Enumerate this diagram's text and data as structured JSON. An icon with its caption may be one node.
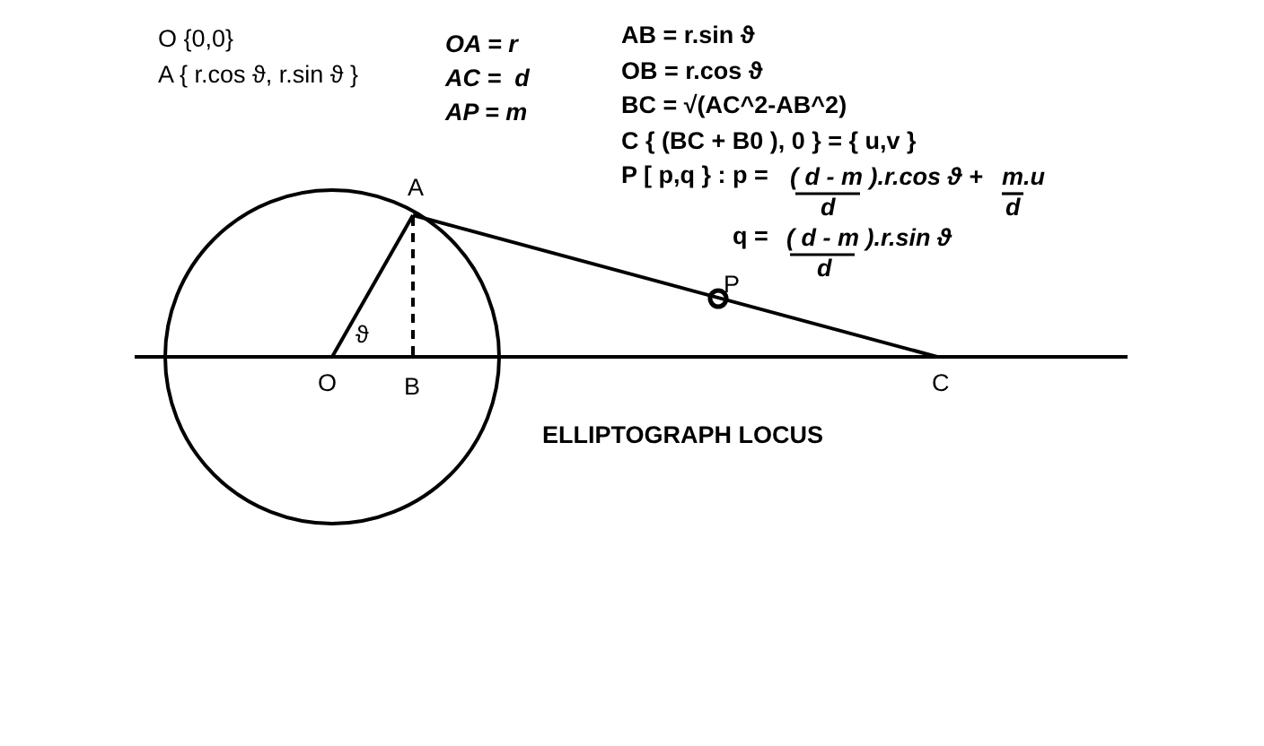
{
  "diagram": {
    "caption": "ELLIPTOGRAPH LOCUS",
    "labels": [
      "O {0,0}",
      "A { r.cos ϑ, r.sin ϑ }",
      "OA = r",
      "AC =  d",
      "AP = m",
      "AB = r.sin ϑ",
      "OB = r.cos ϑ",
      "BC = √(AC^2-AB^2)",
      "C { (BC + B0 ), 0 } = { u,v }",
      "P [ p,q } : p =",
      "( d - m ).r.cos ϑ +",
      "m.u",
      "d",
      "d",
      "A",
      "q =",
      "( d - m ).r.sin ϑ",
      "d",
      "P",
      "ϑ",
      "O",
      "B",
      "C"
    ]
  }
}
